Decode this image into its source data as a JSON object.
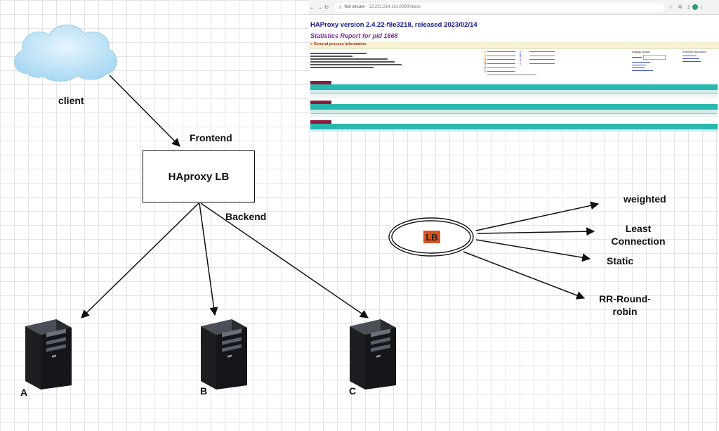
{
  "labels": {
    "client": "client",
    "frontend": "Frontend",
    "lb_box": "HAproxy LB",
    "backend": "Backend",
    "lb_oval": "LB",
    "server_a": "A",
    "server_b": "B",
    "server_c": "C"
  },
  "algorithms": {
    "weighted": "weighted",
    "least_line1": "Least",
    "least_line2": "Connection",
    "static": "Static",
    "rr_line1": "RR-Round-",
    "rr_line2": "robin"
  },
  "screenshot": {
    "not_secure": "Not secure",
    "url": "13.232.214.161:8080/status",
    "title": "HAProxy version 2.4.22-f8e3218, released 2023/02/14",
    "subtitle": "Statistics Report for pid 1668",
    "section": "> General process information",
    "display_option": "Display option:",
    "external_resources": "External resources:"
  },
  "colors": {
    "lb_fill": "#d9541e",
    "cloud_fill": "#bde2f7",
    "title_blue": "#14148b",
    "subtitle_purple": "#7a2c9e",
    "table_header": "#28b8b0",
    "proxy_tag": "#8b1c3e"
  },
  "icons": {
    "cloud": "cloud-icon",
    "server": "tower-server-icon"
  }
}
